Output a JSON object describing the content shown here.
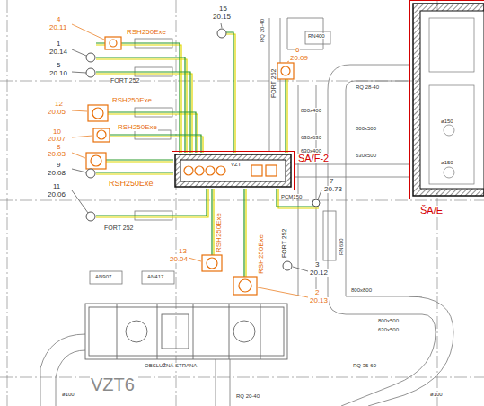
{
  "diagram": {
    "nodes": [
      {
        "text": [
          "ŠA/F-2"
        ]
      },
      {
        "text": [
          "ŠA/E"
        ]
      }
    ],
    "labels": [
      "4",
      "20.11",
      "RSH250Exe",
      "1",
      "20.14",
      "5",
      "20.10",
      "FORT 252",
      "12",
      "20.05",
      "RSH250Exe",
      "10",
      "20.07",
      "RSH250Exe",
      "8",
      "20.03",
      "RSH250Exe",
      "9",
      "20.08",
      "11",
      "20.06",
      "FORT 252",
      "15",
      "20.15",
      "FORT 252",
      "RQ 20-40",
      "RN400",
      "RQ 28-40",
      "6",
      "20.09",
      "800x400",
      "630x630",
      "630x400",
      "800x500",
      "630x500",
      "ø150",
      "ø150",
      "VZT",
      "7",
      "20.73",
      "PCM150",
      "RN630",
      "FORT 252",
      "3",
      "20.12",
      "RSH250Exe",
      "RSH250Exe",
      "13",
      "20.04",
      "2",
      "20.13",
      "800x800",
      "800x500",
      "630x500",
      "AN907",
      "AN417",
      "OBSLUŽNÁ STRANA",
      "VZT6",
      "ø100",
      "RQ 20-40",
      "RQ 35-60",
      "ø100"
    ]
  }
}
